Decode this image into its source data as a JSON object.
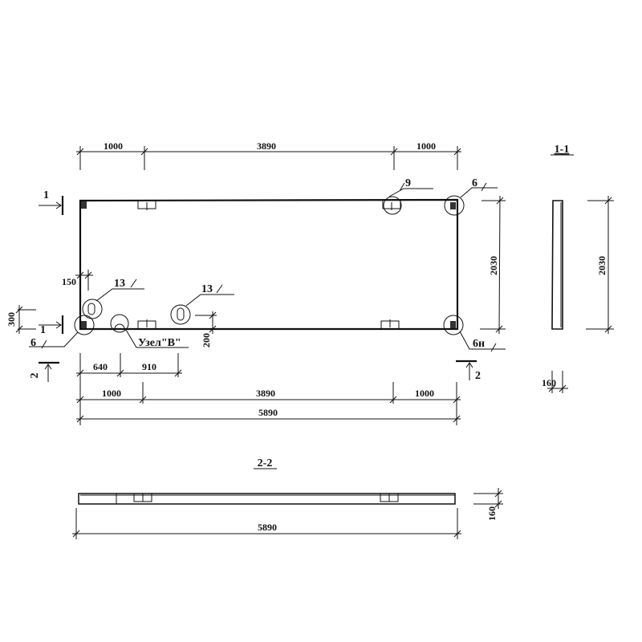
{
  "plan": {
    "top_dims": [
      "1000",
      "3890",
      "1000"
    ],
    "height_dim": "2030",
    "bottom_dims_row1": [
      "640",
      "910"
    ],
    "bottom_dims_row2": [
      "1000",
      "3890",
      "1000"
    ],
    "overall_dim": "5890",
    "small_dims": {
      "d150": "150",
      "d300": "300",
      "d200": "200"
    },
    "callouts": {
      "c9": "9",
      "c6_top": "6",
      "c6_left": "6",
      "c6n": "6н",
      "c13_a": "13",
      "c13_b": "13",
      "node": "Узел\"В\""
    },
    "section_marks": {
      "s1": "1",
      "s2": "2"
    }
  },
  "section_1_1": {
    "title": "1-1",
    "height_dim": "2030",
    "thickness_dim": "160"
  },
  "section_2_2": {
    "title": "2-2",
    "length_dim": "5890",
    "thickness_dim": "160"
  }
}
